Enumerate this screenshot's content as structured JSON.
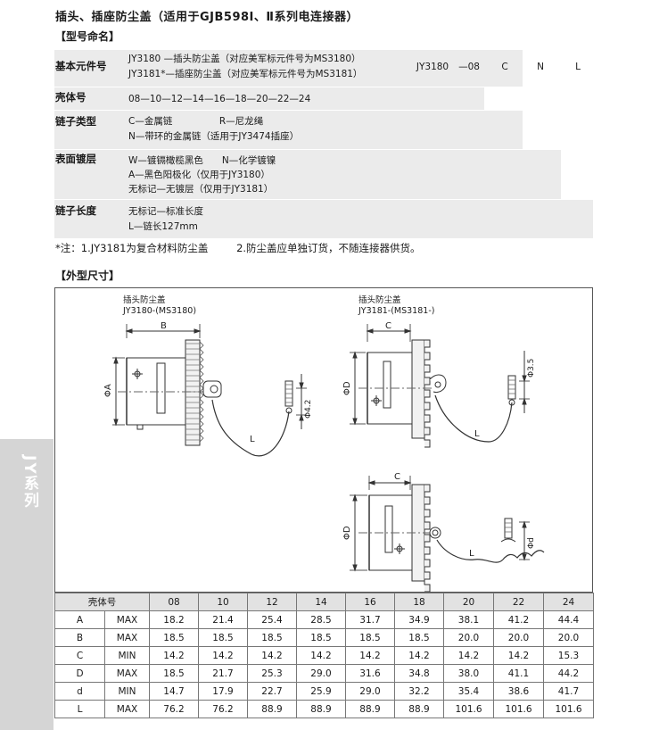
{
  "title": "插头、插座防尘盖（适用于GJB598Ⅰ、Ⅱ系列电连接器）",
  "naming": {
    "heading": "【型号命名】",
    "rows": [
      {
        "label": "基本元件号",
        "lines": [
          "JY3180 —插头防尘盖（对应美军标元件号为MS3180）",
          "JY3181*—插座防尘盖（对应美军标元件号为MS3181）"
        ]
      },
      {
        "label": "壳体号",
        "lines": [
          "08—10—12—14—16—18—20—22—24"
        ]
      },
      {
        "label": "链子类型",
        "lines": [
          "C—金属链　　　　　R—尼龙绳",
          "N—带环的金属链（适用于JY3474插座）"
        ]
      },
      {
        "label": "表面镀层",
        "lines": [
          "W—镀镉橄榄黑色　　N—化学镀镍",
          "A—黑色阳极化（仅用于JY3180）",
          "无标记—无镀层（仅用于JY3181）"
        ]
      },
      {
        "label": "链子长度",
        "lines": [
          "无标记—标准长度",
          "L—链长127mm"
        ]
      }
    ],
    "codes": [
      "JY3180",
      "—08",
      "C",
      "N",
      "L"
    ]
  },
  "note": {
    "part1": "*注：1.JY3181为复合材料防尘盖",
    "part2": "2.防尘盖应单独订货，不随连接器供货。"
  },
  "dimensions": {
    "heading": "【外型尺寸】",
    "drawing1": {
      "line1": "插头防尘盖",
      "line2": "JY3180-(MS3180)",
      "dims": [
        "B",
        "ΦA",
        "Φ4.2",
        "L"
      ]
    },
    "drawing2": {
      "line1": "插头防尘盖",
      "line2": "JY3181-(MS3181-)",
      "dims": [
        "C",
        "ΦD",
        "Φ3.5",
        "L"
      ]
    },
    "drawing3": {
      "dims": [
        "C",
        "ΦD",
        "Φd",
        "L"
      ]
    }
  },
  "table": {
    "header_label": "壳体号",
    "sizes": [
      "08",
      "10",
      "12",
      "14",
      "16",
      "18",
      "20",
      "22",
      "24"
    ],
    "rows": [
      {
        "dim": "A",
        "type": "MAX",
        "values": [
          "18.2",
          "21.4",
          "25.4",
          "28.5",
          "31.7",
          "34.9",
          "38.1",
          "41.2",
          "44.4"
        ]
      },
      {
        "dim": "B",
        "type": "MAX",
        "values": [
          "18.5",
          "18.5",
          "18.5",
          "18.5",
          "18.5",
          "18.5",
          "20.0",
          "20.0",
          "20.0"
        ]
      },
      {
        "dim": "C",
        "type": "MIN",
        "values": [
          "14.2",
          "14.2",
          "14.2",
          "14.2",
          "14.2",
          "14.2",
          "14.2",
          "14.2",
          "15.3"
        ]
      },
      {
        "dim": "D",
        "type": "MAX",
        "values": [
          "18.5",
          "21.7",
          "25.3",
          "29.0",
          "31.6",
          "34.8",
          "38.0",
          "41.1",
          "44.2"
        ]
      },
      {
        "dim": "d",
        "type": "MIN",
        "values": [
          "14.7",
          "17.9",
          "22.7",
          "25.9",
          "29.0",
          "32.2",
          "35.4",
          "38.6",
          "41.7"
        ]
      },
      {
        "dim": "L",
        "type": "MAX",
        "values": [
          "76.2",
          "76.2",
          "88.9",
          "88.9",
          "88.9",
          "88.9",
          "101.6",
          "101.6",
          "101.6"
        ]
      }
    ]
  },
  "side_tab": "JY系列"
}
